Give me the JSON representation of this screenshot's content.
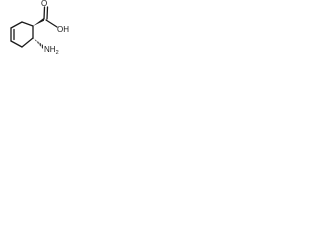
{
  "molecule": {
    "substituents": {
      "carboxyl_label": "OH",
      "carbonyl_oxygen_label": "O",
      "amine_label": "NH",
      "amine_subscript": "2"
    }
  }
}
